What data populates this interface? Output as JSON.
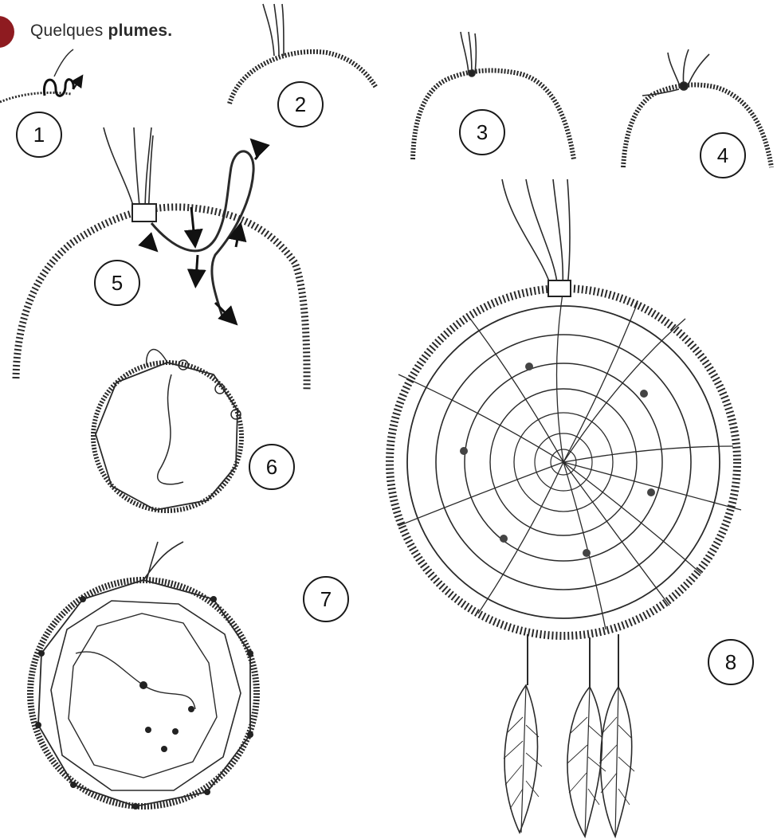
{
  "header": {
    "prefix": "Quelques",
    "bold": "plumes."
  },
  "steps": [
    "1",
    "2",
    "3",
    "4",
    "5",
    "6",
    "7",
    "8"
  ],
  "colors": {
    "accent": "#8e1b20",
    "line": "#2a2a2a"
  },
  "icons": [
    "cord-wrap-icon",
    "hoop-illustration",
    "feather-icon",
    "arrow-icon",
    "bead-icon"
  ]
}
